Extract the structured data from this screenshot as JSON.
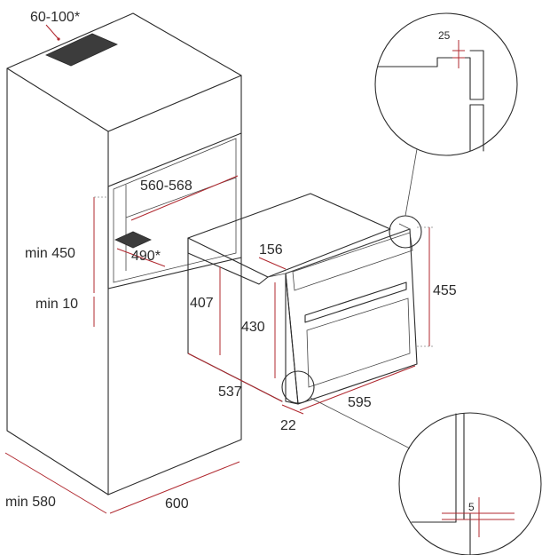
{
  "colors": {
    "line": "#2b2b2b",
    "dimension": "#b0282f",
    "vent": "#3c3c3c"
  },
  "labels": {
    "vent_gap": "60-100*",
    "niche_width": "560-568",
    "niche_height": "min 450",
    "niche_depth": "490*",
    "bottom_gap": "min 10",
    "cabinet_depth": "min 580",
    "cabinet_width": "600",
    "oven_top_step": "156",
    "oven_height_total": "407",
    "oven_front_height": "430",
    "oven_overall_height": "455",
    "oven_depth": "537",
    "oven_width": "595",
    "oven_front_offset": "22",
    "detail_top": "25",
    "detail_bottom": "5"
  }
}
